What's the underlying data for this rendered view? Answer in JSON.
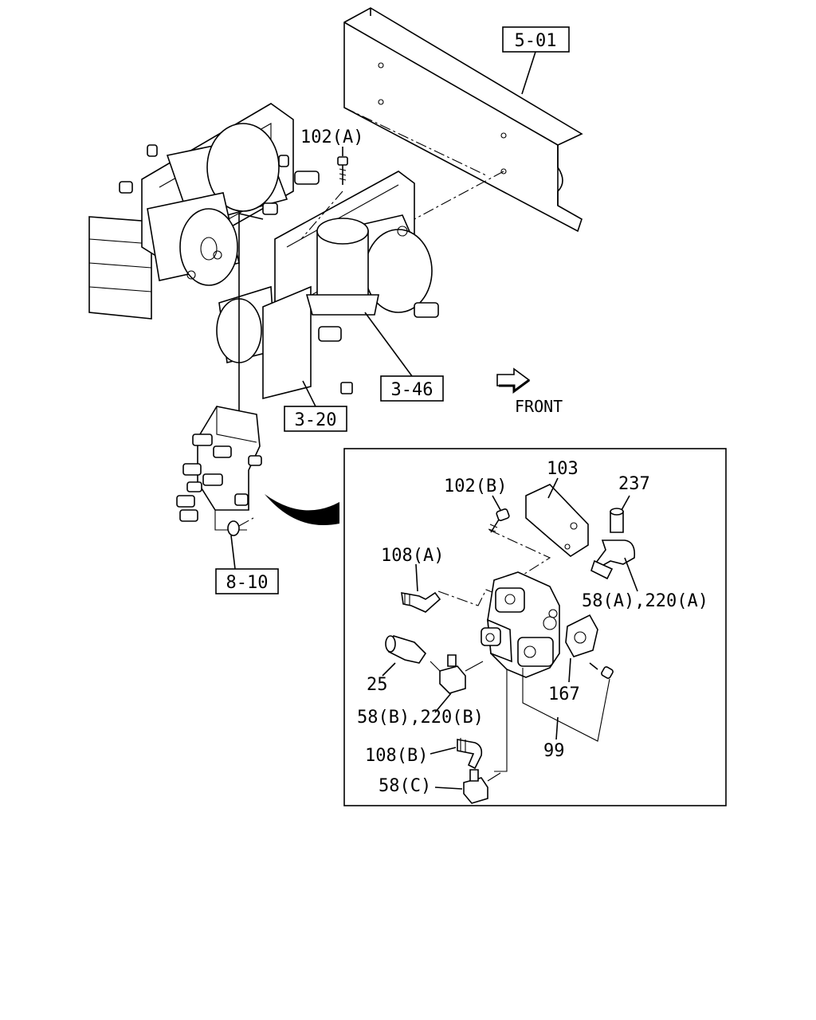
{
  "diagram": {
    "refs": {
      "frame": "5-01",
      "dryer": "3-46",
      "tank": "3-20",
      "valve_ref": "8-10"
    },
    "labels": {
      "l102a": "102(A)",
      "front": "FRONT",
      "l102b": "102(B)",
      "l103": "103",
      "l237": "237",
      "l108a": "108(A)",
      "l58a": "58(A),220(A)",
      "l25": "25",
      "l58b": "58(B),220(B)",
      "l167": "167",
      "l99": "99",
      "l108b": "108(B)",
      "l58c": "58(C)"
    }
  }
}
